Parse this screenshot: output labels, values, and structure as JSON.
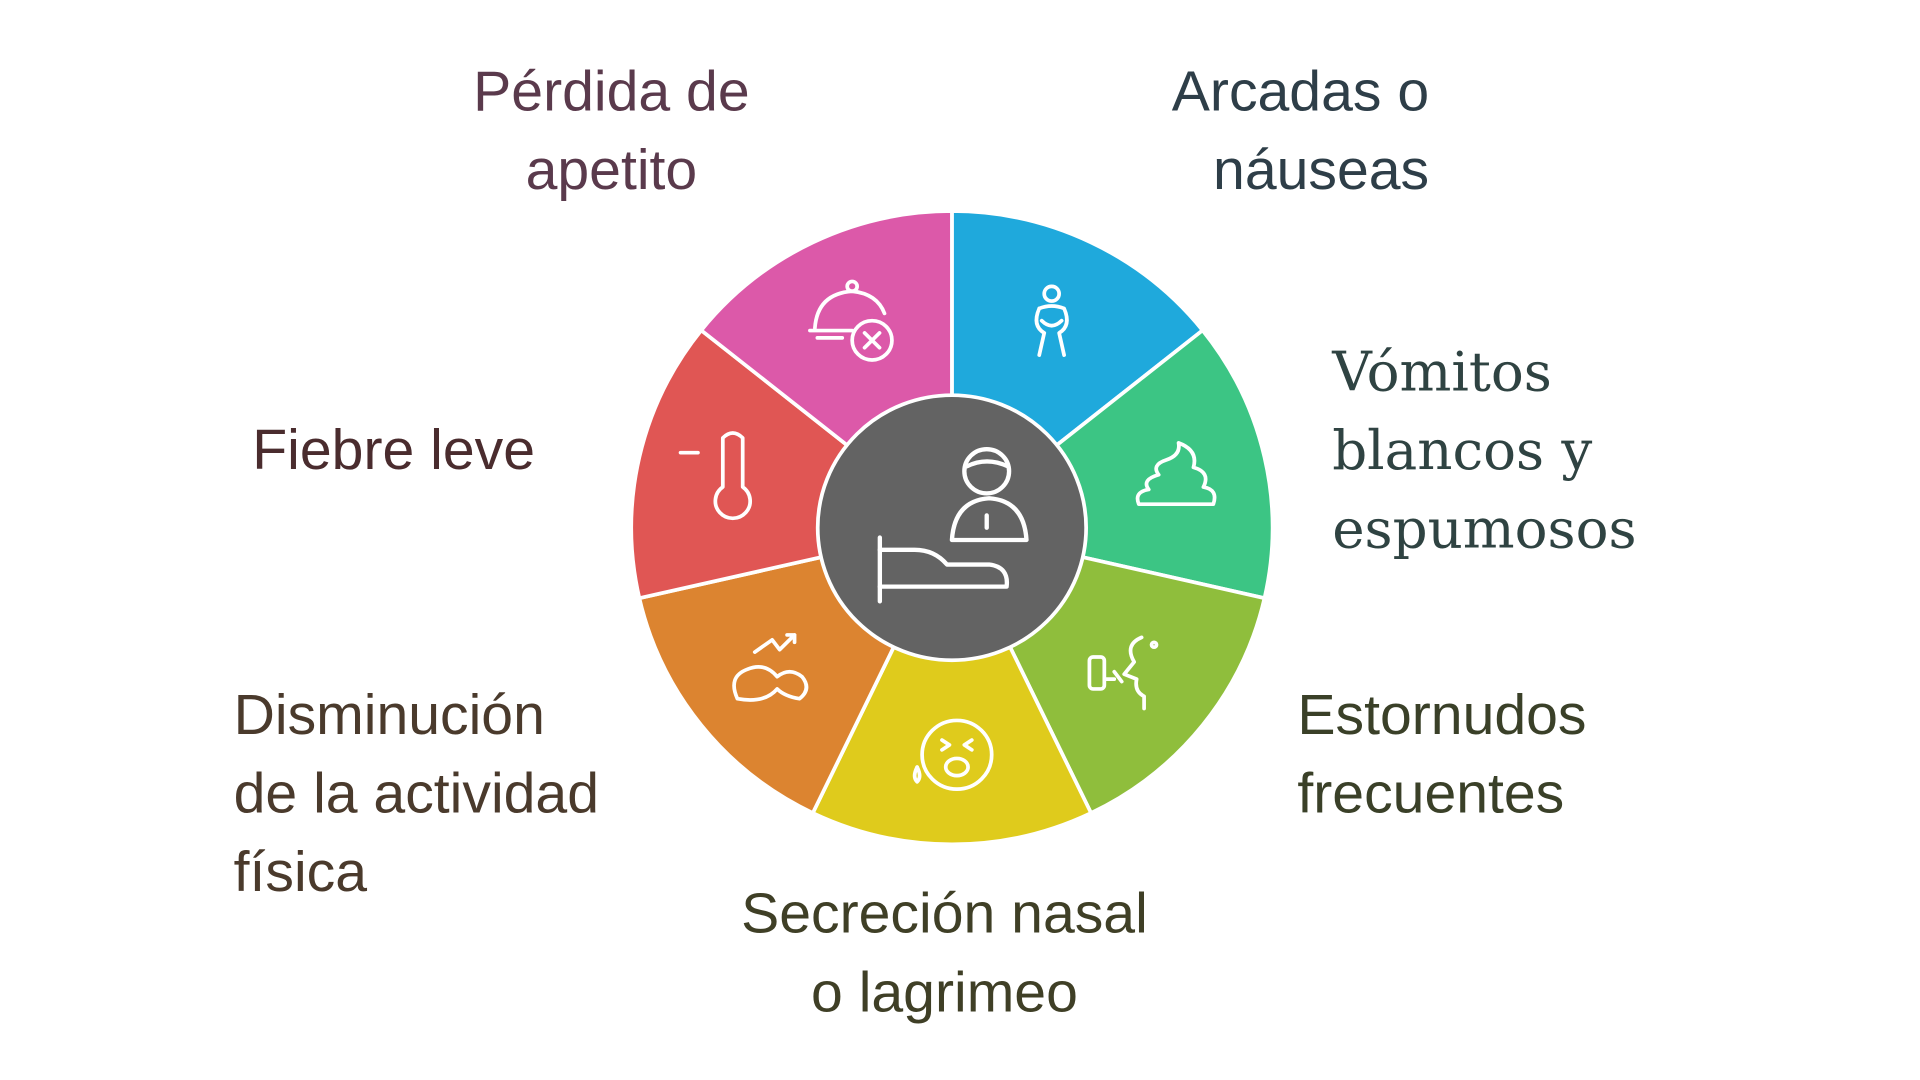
{
  "center": {
    "icon": "sick-person-in-bed-icon",
    "color": "#636363"
  },
  "segments": [
    {
      "label_lines": [
        "Arcadas o",
        "náuseas"
      ],
      "color": "#1fa9dc",
      "text_color": "#2e3e48",
      "icon": "person-retching-icon"
    },
    {
      "label_lines": [
        "Vómitos",
        "blancos y",
        "espumosos"
      ],
      "color": "#3cc584",
      "text_color": "#2f4342",
      "icon": "vomit-pile-icon"
    },
    {
      "label_lines": [
        "Estornudos",
        "frecuentes"
      ],
      "color": "#8fbe3c",
      "text_color": "#3a4028",
      "icon": "sneezing-face-icon"
    },
    {
      "label_lines": [
        "Secreción nasal",
        "o lagrimeo"
      ],
      "color": "#dfcb1c",
      "text_color": "#3f3f26",
      "icon": "teary-face-icon"
    },
    {
      "label_lines": [
        "Disminución",
        "de la actividad",
        "física"
      ],
      "color": "#dc8430",
      "text_color": "#4a3a2c",
      "icon": "lethargic-cat-icon"
    },
    {
      "label_lines": [
        "Fiebre leve"
      ],
      "color": "#e05654",
      "text_color": "#4a2c2e",
      "icon": "thermometer-icon"
    },
    {
      "label_lines": [
        "Pérdida de",
        "apetito"
      ],
      "color": "#dc59a9",
      "text_color": "#5a3a4c",
      "icon": "no-food-cloche-icon"
    }
  ]
}
